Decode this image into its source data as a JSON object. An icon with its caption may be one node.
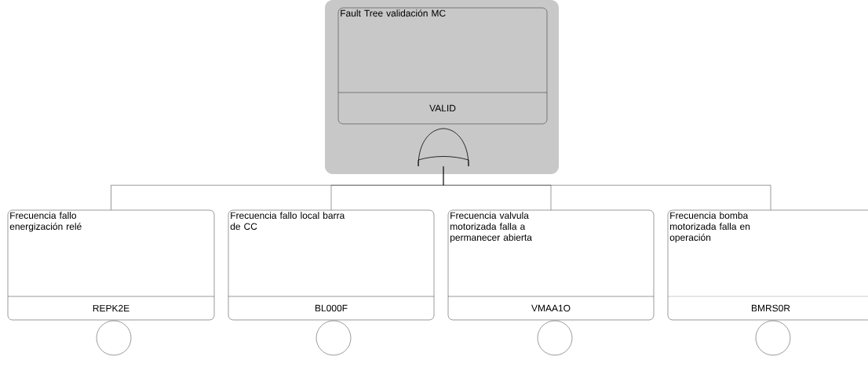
{
  "diagram": {
    "nodes": [
      {
        "text": [
          "Fault Tree validación MC",
          "VALID"
        ]
      },
      {
        "text": [],
        "shape": "gate"
      },
      {
        "text": [
          "Frecuencia fallo energización relé",
          "REPK2E"
        ]
      },
      {
        "text": [
          "Frecuencia fallo local barra de CC",
          "BL000F"
        ]
      },
      {
        "text": [
          "Frecuencia valvula motorizada falla a permanecer abierta",
          "VMAA1O"
        ]
      },
      {
        "text": [
          "Frecuencia bomba motorizada falla en operación",
          "BMRS0R"
        ]
      },
      {
        "text": [],
        "shape": "circle"
      },
      {
        "text": [],
        "shape": "circle"
      },
      {
        "text": [],
        "shape": "circle"
      },
      {
        "text": [],
        "shape": "circle"
      }
    ],
    "edges": [
      {
        "from": 1,
        "to": 2,
        "arrow": "none"
      },
      {
        "from": 1,
        "to": 3,
        "arrow": "none"
      },
      {
        "from": 1,
        "to": 4,
        "arrow": "none"
      },
      {
        "from": 1,
        "to": 5,
        "arrow": "none"
      }
    ]
  }
}
